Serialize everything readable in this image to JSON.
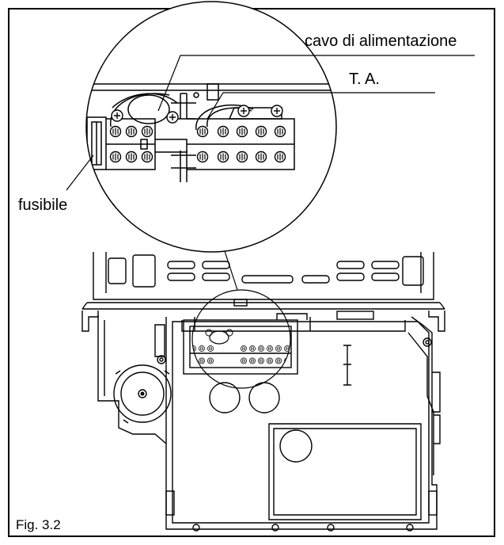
{
  "labels": {
    "power_cable": "cavo di alimentazione",
    "room_thermostat": "T. A.",
    "fuse": "fusibile"
  },
  "figure": {
    "caption": "Fig. 3.2"
  },
  "colors": {
    "ink": "#000000",
    "paper": "#ffffff"
  }
}
